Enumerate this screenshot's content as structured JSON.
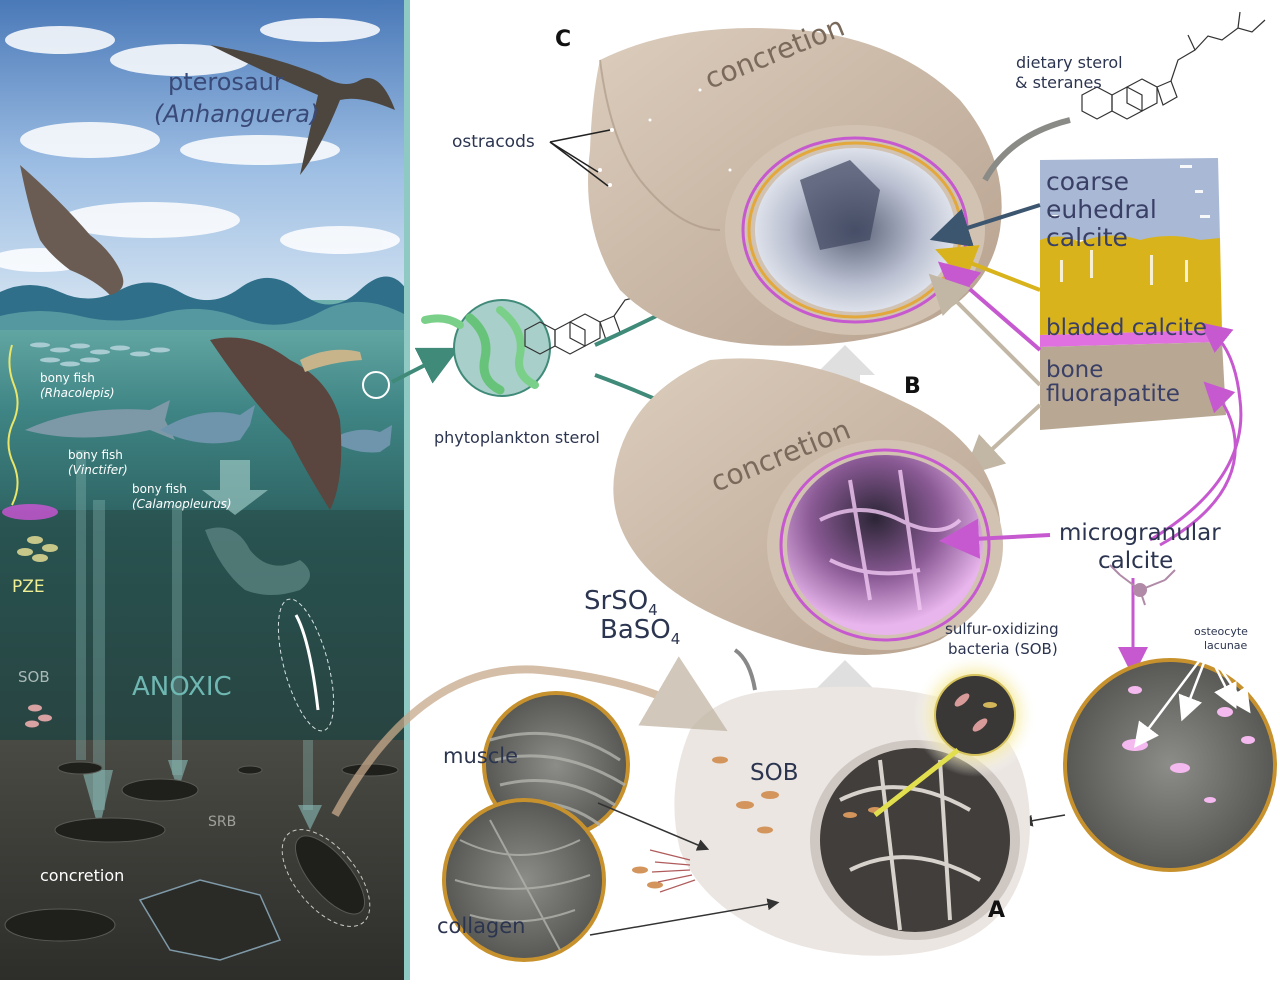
{
  "scene": {
    "pterosaur_label": "pterosaur",
    "pterosaur_species": "(Anhanguera)",
    "fish1_label": "bony fish",
    "fish1_species": "(Rhacolepis)",
    "fish2_label": "bony fish",
    "fish2_species": "(Vinctifer)",
    "fish3_label": "bony fish",
    "fish3_species": "(Calamopleurus)",
    "pze_label": "PZE",
    "sob_left_label": "SOB",
    "anoxic_label": "ANOXIC",
    "srb_label": "SRB",
    "concretion_left_label": "concretion"
  },
  "panels": {
    "c_letter": "C",
    "b_letter": "B",
    "a_letter": "A",
    "concretion_c": "concretion",
    "concretion_b": "concretion",
    "ostracods": "ostracods",
    "phytoplankton_sterol": "phytoplankton sterol",
    "dietary_sterol_1": "dietary sterol",
    "dietary_sterol_2": "& steranes",
    "srso4": "SrSO",
    "srso4_sub": "4",
    "baso4": "BaSO",
    "baso4_sub": "4",
    "sob_bacteria_1": "sulfur-oxidizing",
    "sob_bacteria_2": "bacteria (SOB)",
    "sob_center": "SOB",
    "muscle": "muscle",
    "collagen": "collagen",
    "osteocyte_1": "osteocyte",
    "osteocyte_2": "lacunae",
    "microgranular_1": "microgranular",
    "microgranular_2": "calcite"
  },
  "legend": {
    "coarse_1": "coarse",
    "coarse_2": "euhedral",
    "coarse_3": "calcite",
    "bladed": "bladed calcite",
    "bone_1": "bone",
    "bone_2": "fluorapatite"
  },
  "colors": {
    "sky": "#7fa8d8",
    "water": "#2f6f6c",
    "seafloor": "#3a3a35",
    "concretion": "#c9b7a6",
    "coarse_calcite": "#a9b8d4",
    "bladed_calcite": "#d9b31c",
    "fluorapatite": "#b8a893",
    "microgranular": "#c36bd0",
    "arrow_green": "#3f8a78",
    "arrow_magenta": "#c659cf",
    "arrow_grey": "#c6c0b6",
    "ring_gold": "#c7922e"
  }
}
